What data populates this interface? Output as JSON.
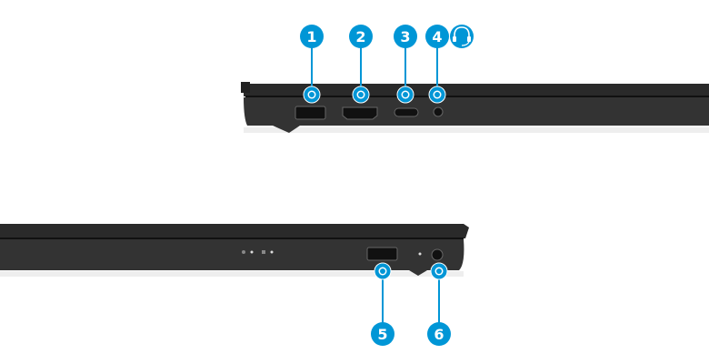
{
  "accent_color": "#0096d6",
  "callouts": [
    {
      "number": "1",
      "port": "usb-a-icon"
    },
    {
      "number": "2",
      "port": "hdmi-icon"
    },
    {
      "number": "3",
      "port": "usb-c-icon"
    },
    {
      "number": "4",
      "port": "headphone-jack-icon",
      "badge": "headset-icon"
    },
    {
      "number": "5",
      "port": "usb-a-icon"
    },
    {
      "number": "6",
      "port": "power-connector-icon"
    }
  ]
}
